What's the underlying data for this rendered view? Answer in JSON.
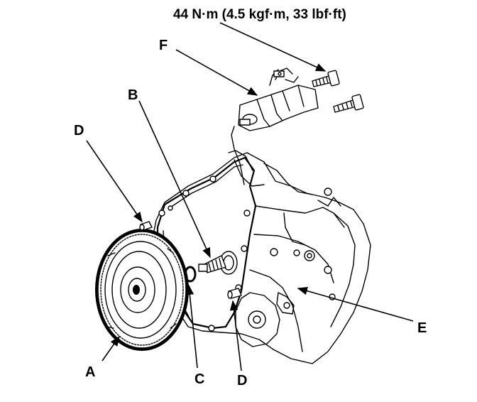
{
  "torque_spec": "44 N·m (4.5 kgf·m, 33 lbf·ft)",
  "callouts": {
    "a": "A",
    "b": "B",
    "c": "C",
    "d_top": "D",
    "d_bottom": "D",
    "e": "E",
    "f": "F"
  }
}
